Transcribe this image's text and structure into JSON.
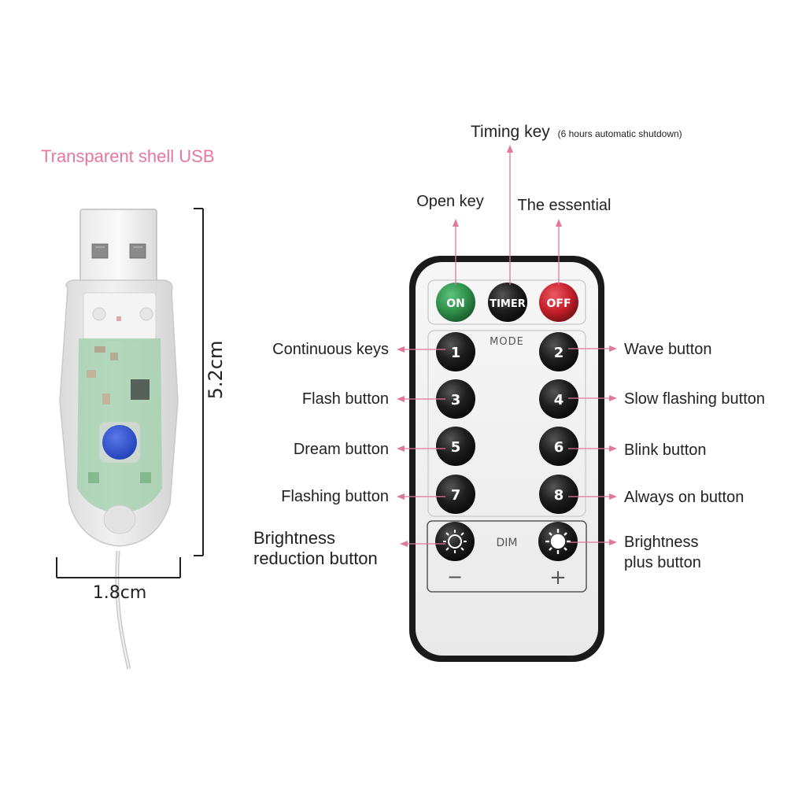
{
  "usb": {
    "title": "Transparent shell USB",
    "height_dim": "5.2cm",
    "width_dim": "1.8cm"
  },
  "remote": {
    "top_buttons": [
      "ON",
      "TIMER",
      "OFF"
    ],
    "mode_label": "MODE",
    "mode_buttons": [
      "1",
      "2",
      "3",
      "4",
      "5",
      "6",
      "7",
      "8"
    ],
    "dim_label": "DIM",
    "minus": "−",
    "plus": "+"
  },
  "callouts": {
    "timing_key": "Timing key",
    "timing_note": "(6 hours automatic shutdown)",
    "open_key": "Open key",
    "the_essential": "The essential",
    "continuous_keys": "Continuous keys",
    "wave_button": "Wave button",
    "flash_button": "Flash button",
    "slow_flashing_button": "Slow flashing button",
    "dream_button": "Dream button",
    "blink_button": "Blink button",
    "flashing_button": "Flashing button",
    "always_on_button": "Always on button",
    "brightness_reduction_line1": "Brightness",
    "brightness_reduction_line2": "reduction button",
    "brightness_plus_line1": "Brightness",
    "brightness_plus_line2": "plus button"
  },
  "colors": {
    "accent_pink": "#e8779f",
    "on_green": "#2f8f4a",
    "off_red": "#c5202a",
    "button_black": "#1c1c1c"
  }
}
